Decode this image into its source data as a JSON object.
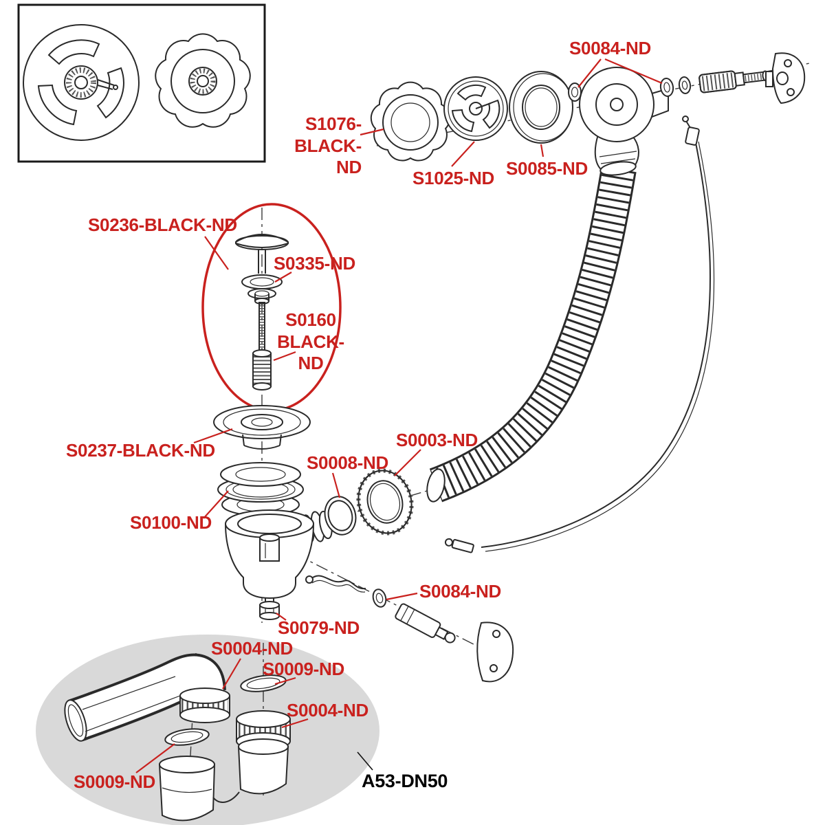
{
  "colors": {
    "label_red": "#c9211e",
    "line_black": "#2a2a2a",
    "highlight_gray": "#d9d9d9"
  },
  "labels": {
    "s0084_top": {
      "text": "S0084-ND"
    },
    "s1076": {
      "text": "S1076-\nBLACK-ND"
    },
    "s1025": {
      "text": "S1025-ND"
    },
    "s0085": {
      "text": "S0085-ND"
    },
    "s0236": {
      "text": "S0236-BLACK-ND"
    },
    "s0335": {
      "text": "S0335-ND"
    },
    "s0160": {
      "text": "S0160\nBLACK-ND"
    },
    "s0237": {
      "text": "S0237-BLACK-ND"
    },
    "s0003": {
      "text": "S0003-ND"
    },
    "s0008": {
      "text": "S0008-ND"
    },
    "s0100": {
      "text": "S0100-ND"
    },
    "s0084_mid": {
      "text": "S0084-ND"
    },
    "s0079": {
      "text": "S0079-ND"
    },
    "s0004_a": {
      "text": "S0004-ND"
    },
    "s0009_a": {
      "text": "S0009-ND"
    },
    "s0004_b": {
      "text": "S0004-ND"
    },
    "s0009_b": {
      "text": "S0009-ND"
    },
    "model": {
      "text": "A53-DN50"
    }
  }
}
